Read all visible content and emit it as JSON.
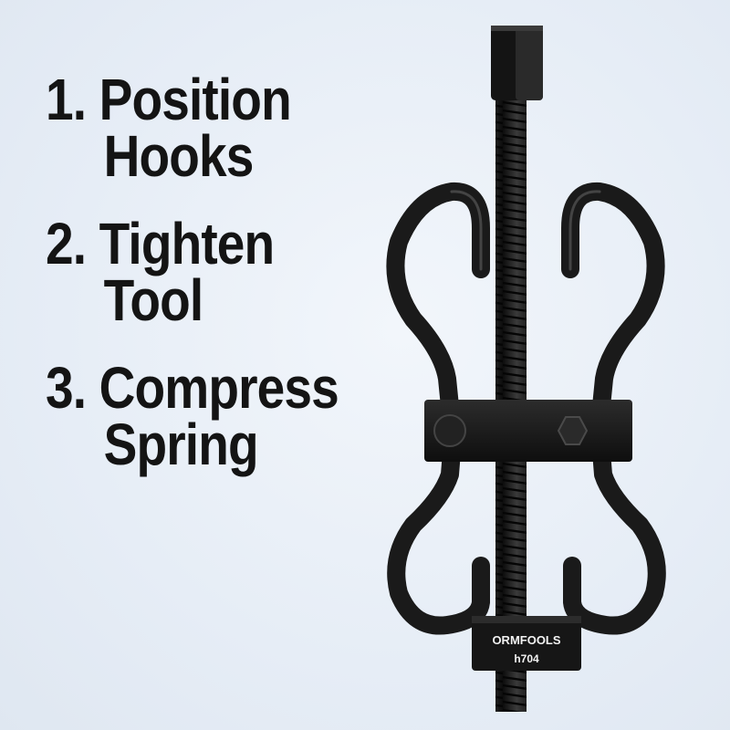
{
  "steps": [
    {
      "number": "1.",
      "line1": "Position",
      "line2": "Hooks"
    },
    {
      "number": "2.",
      "line1": "Tighten",
      "line2": "Tool"
    },
    {
      "number": "3.",
      "line1": "Compress",
      "line2": "Spring"
    }
  ],
  "product": {
    "brand_label": "ORMFOOLS",
    "model_label": "h704"
  },
  "colors": {
    "background": "#e8eef6",
    "text": "#141414",
    "tool": "#1a1a1a"
  },
  "icons": [
    "spring-compressor-tool-image"
  ]
}
